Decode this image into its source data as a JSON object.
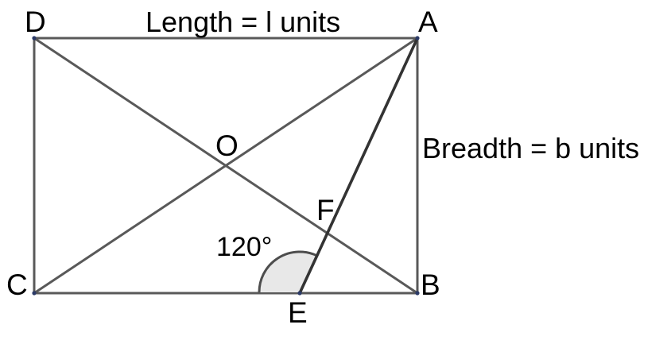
{
  "figure": {
    "title_text_top": "Length = l units",
    "title_text_right": "Breadth = b units",
    "angle_text": "120°",
    "vertices": {
      "A": "A",
      "B": "B",
      "C": "C",
      "D": "D",
      "E": "E",
      "F": "F",
      "O": "O"
    },
    "colors": {
      "line": "#595959",
      "arc_fill": "#e8e8e8",
      "arc_stroke": "#4d4d4d",
      "text": "#000000",
      "background": "#ffffff"
    },
    "geometry": {
      "rect_top_left": "43,48",
      "rect_bottom_right": "525,369",
      "point_O": "284,208",
      "point_E": "377,368",
      "point_F": "410,295",
      "angle_value": 120,
      "arc_radius": 51
    }
  }
}
